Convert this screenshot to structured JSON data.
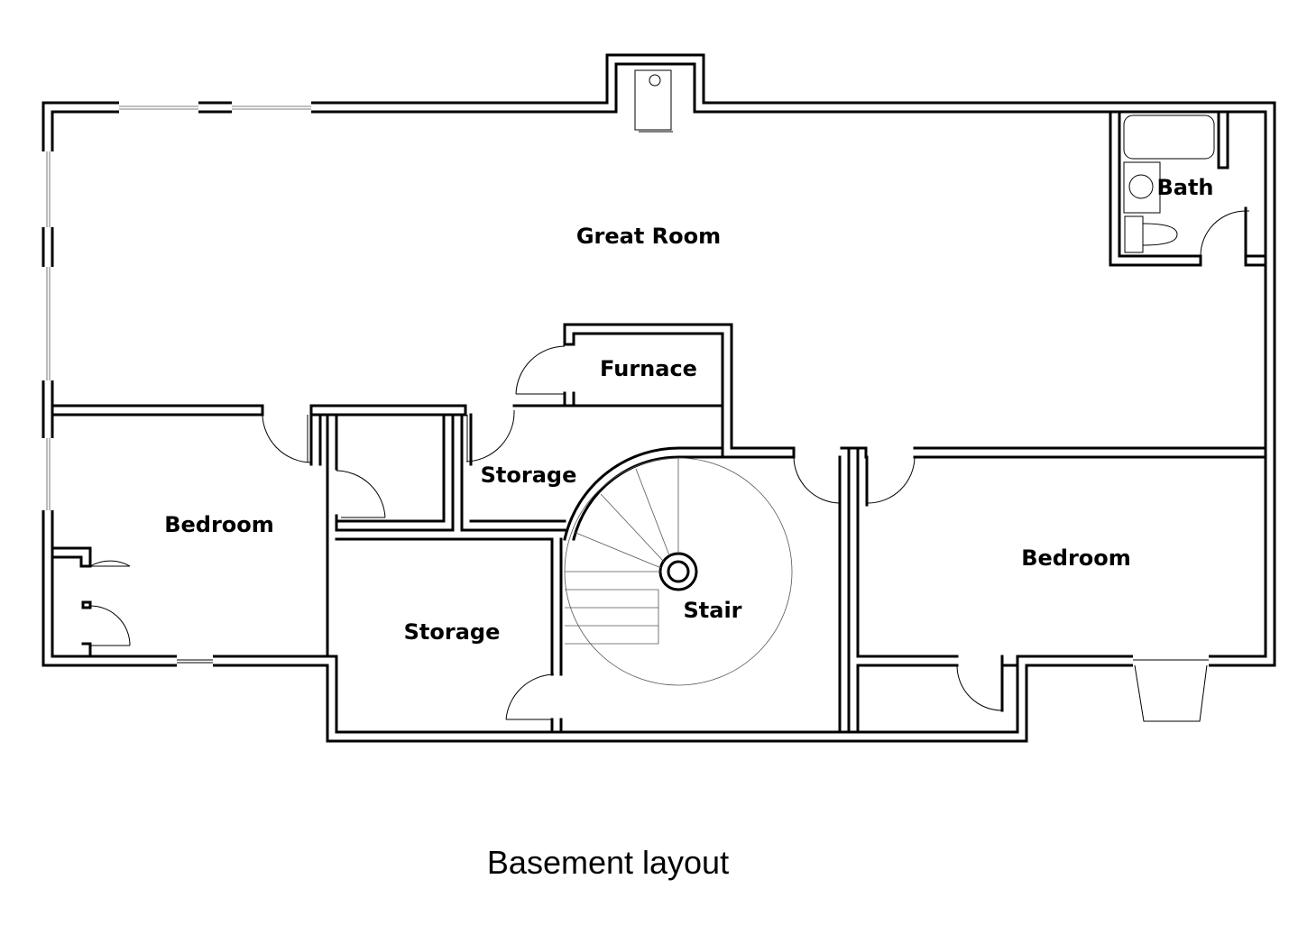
{
  "rooms": {
    "great_room": "Great Room",
    "bath": "Bath",
    "furnace": "Furnace",
    "storage_upper": "Storage",
    "bedroom_left": "Bedroom",
    "storage_lower": "Storage",
    "stair": "Stair",
    "bedroom_right": "Bedroom"
  },
  "caption": "Basement layout"
}
